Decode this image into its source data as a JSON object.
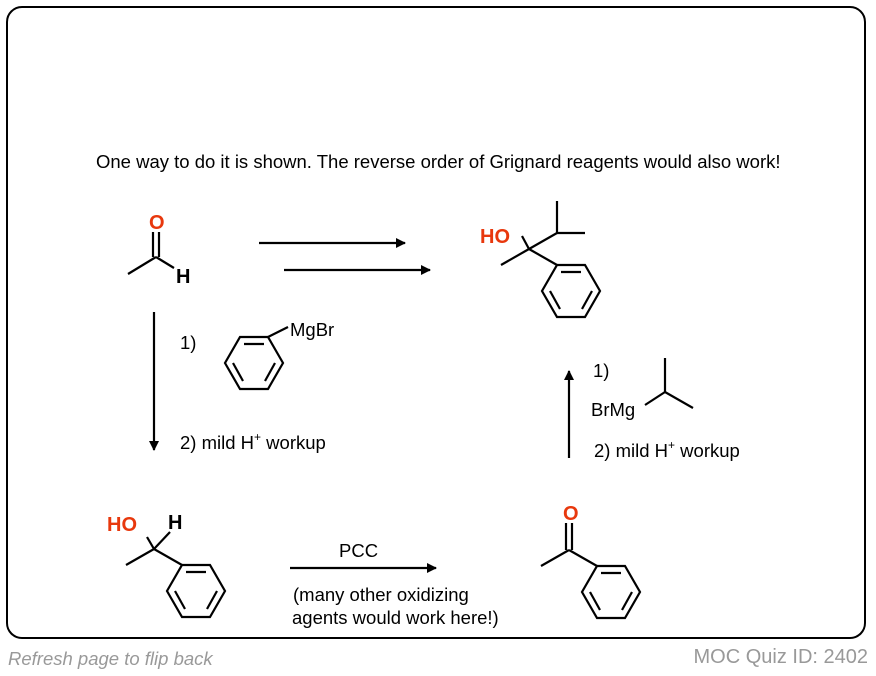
{
  "intro_text": "One way to do it is shown. The reverse order of Grignard reagents would also work!",
  "atoms": {
    "O": "O",
    "H": "H",
    "HO": "HO",
    "MgBr": "MgBr",
    "BrMg": "BrMg"
  },
  "step_left": {
    "num": "1)",
    "workup": "2) mild H",
    "workup_suffix": " workup",
    "superscript": "+"
  },
  "step_right": {
    "num": "1)",
    "workup": "2) mild H",
    "workup_suffix": " workup",
    "superscript": "+"
  },
  "oxidation": {
    "reagent": "PCC",
    "note_line1": "(many other oxidizing",
    "note_line2": "agents would work here!)"
  },
  "footer": {
    "refresh": "Refresh page to flip back",
    "quiz_id": "MOC Quiz ID: 2402"
  },
  "colors": {
    "heteroatom": "#e8380d",
    "bond": "#000000",
    "footer": "#999999"
  }
}
